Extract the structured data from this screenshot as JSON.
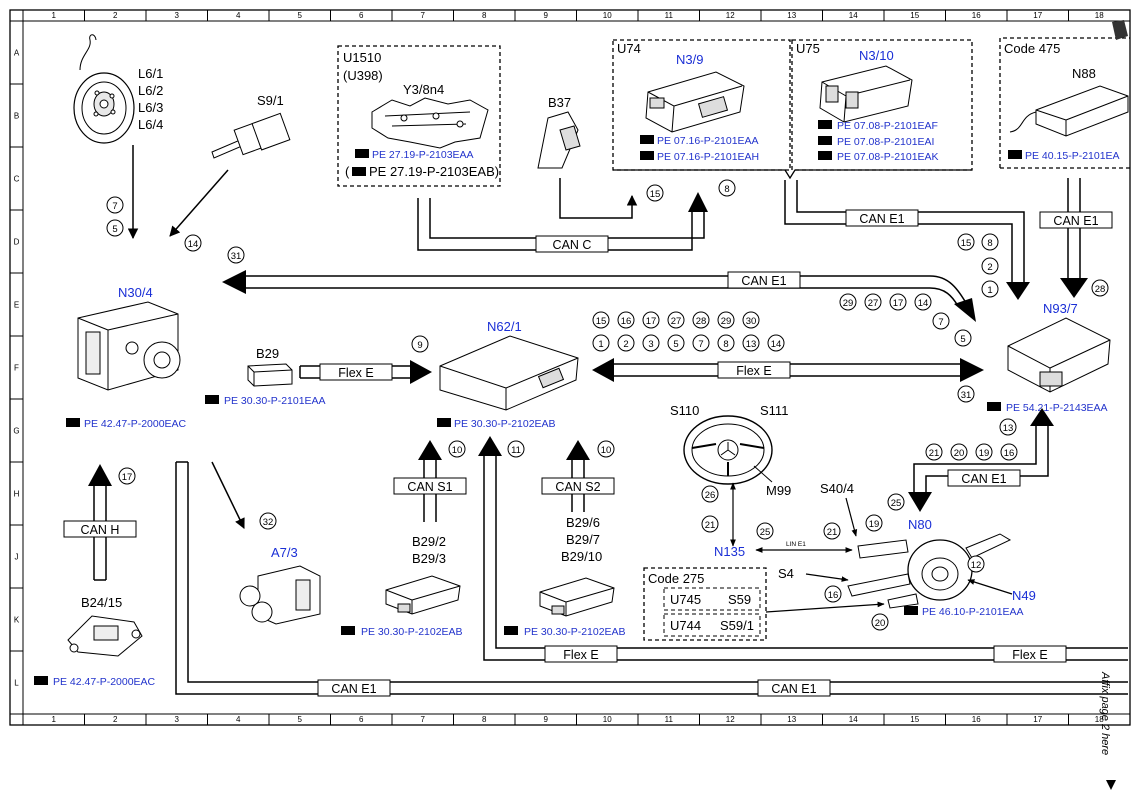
{
  "ruler": {
    "cols": [
      "1",
      "2",
      "3",
      "4",
      "5",
      "6",
      "7",
      "8",
      "9",
      "10",
      "11",
      "12",
      "13",
      "14",
      "15",
      "16",
      "17",
      "18"
    ],
    "rows": [
      "A",
      "B",
      "C",
      "D",
      "E",
      "F",
      "G",
      "H",
      "J",
      "K",
      "L"
    ]
  },
  "components": {
    "l6": [
      "L6/1",
      "L6/2",
      "L6/3",
      "L6/4"
    ],
    "s9_1": "S9/1",
    "u1510": "U1510",
    "u398": "(U398)",
    "y3_8n4": "Y3/8n4",
    "b37": "B37",
    "u74": "U74",
    "n3_9": "N3/9",
    "u75": "U75",
    "n3_10": "N3/10",
    "code475": "Code 475",
    "n88": "N88",
    "n30_4": "N30/4",
    "b29": "B29",
    "n62_1": "N62/1",
    "n93_7": "N93/7",
    "s110": "S110",
    "s111": "S111",
    "m99": "M99",
    "s40_4": "S40/4",
    "n80": "N80",
    "n135": "N135",
    "lin_e1": "LIN E1",
    "s4": "S4",
    "n49": "N49",
    "a7_3": "A7/3",
    "b29_2": "B29/2",
    "b29_3": "B29/3",
    "b29_6": "B29/6",
    "b29_7": "B29/7",
    "b29_10": "B29/10",
    "code275": "Code 275",
    "u745": "U745",
    "s59": "S59",
    "u744": "U744",
    "s59_1": "S59/1",
    "b24_15": "B24/15"
  },
  "refs": {
    "y3": "PE 27.19-P-2103EAA",
    "y3b": "PE 27.19-P-2103EAB)",
    "y3b_open": "(",
    "n3_9a": "PE 07.16-P-2101EAA",
    "n3_9b": "PE 07.16-P-2101EAH",
    "n3_10a": "PE 07.08-P-2101EAF",
    "n3_10b": "PE 07.08-P-2101EAI",
    "n3_10c": "PE 07.08-P-2101EAK",
    "n88": "PE 40.15-P-2101EA",
    "b29": "PE 30.30-P-2101EAA",
    "n30_4": "PE 42.47-P-2000EAC",
    "n62_1": "PE 30.30-P-2102EAB",
    "n93_7": "PE 54.21-P-2143EAA",
    "n80": "PE 46.10-P-2101EAA",
    "b29_2": "PE 30.30-P-2102EAB",
    "b29_6": "PE 30.30-P-2102EAB",
    "b24_15": "PE 42.47-P-2000EAC"
  },
  "buses": {
    "can_c": "CAN C",
    "can_e1_top": "CAN E1",
    "can_e1_u75": "CAN E1",
    "can_e1_n88": "CAN E1",
    "flex_e_left": "Flex E",
    "flex_e_right": "Flex E",
    "can_s1": "CAN S1",
    "can_s2": "CAN S2",
    "can_h": "CAN H",
    "can_e1_n80": "CAN E1",
    "flex_e_bottom1": "Flex E",
    "flex_e_bottom2": "Flex E",
    "can_e1_bottom1": "CAN E1",
    "can_e1_bottom2": "CAN E1"
  },
  "numbers": {
    "l6_a": "7",
    "l6_b": "5",
    "s9": "14",
    "left31": "31",
    "b37_15": "15",
    "n39_8": "8",
    "u75_15": "15",
    "u75_8": "8",
    "u75_2": "2",
    "u75_1": "1",
    "n88_28": "28",
    "n93_row": [
      "29",
      "27",
      "17",
      "14"
    ],
    "n93_7a": "7",
    "n93_5": "5",
    "n93_31": "31",
    "n62_9": "9",
    "flex_top": [
      "15",
      "16",
      "17",
      "27",
      "28",
      "29",
      "30"
    ],
    "flex_bot": [
      "1",
      "2",
      "3",
      "5",
      "7",
      "8",
      "13",
      "14"
    ],
    "s1_10": "10",
    "s1_11": "11",
    "s2_10": "10",
    "n80_13": "13",
    "n80_row": [
      "21",
      "20",
      "19",
      "16"
    ],
    "n80_25": "25",
    "steer_26": "26",
    "steer_21": "21",
    "lin_25": "25",
    "lin_21": "21",
    "s40_19": "19",
    "n49_12": "12",
    "s4_16": "16",
    "code_20": "20",
    "a7_32": "32",
    "canh_17": "17"
  },
  "side_note": "Affix page 2 here"
}
